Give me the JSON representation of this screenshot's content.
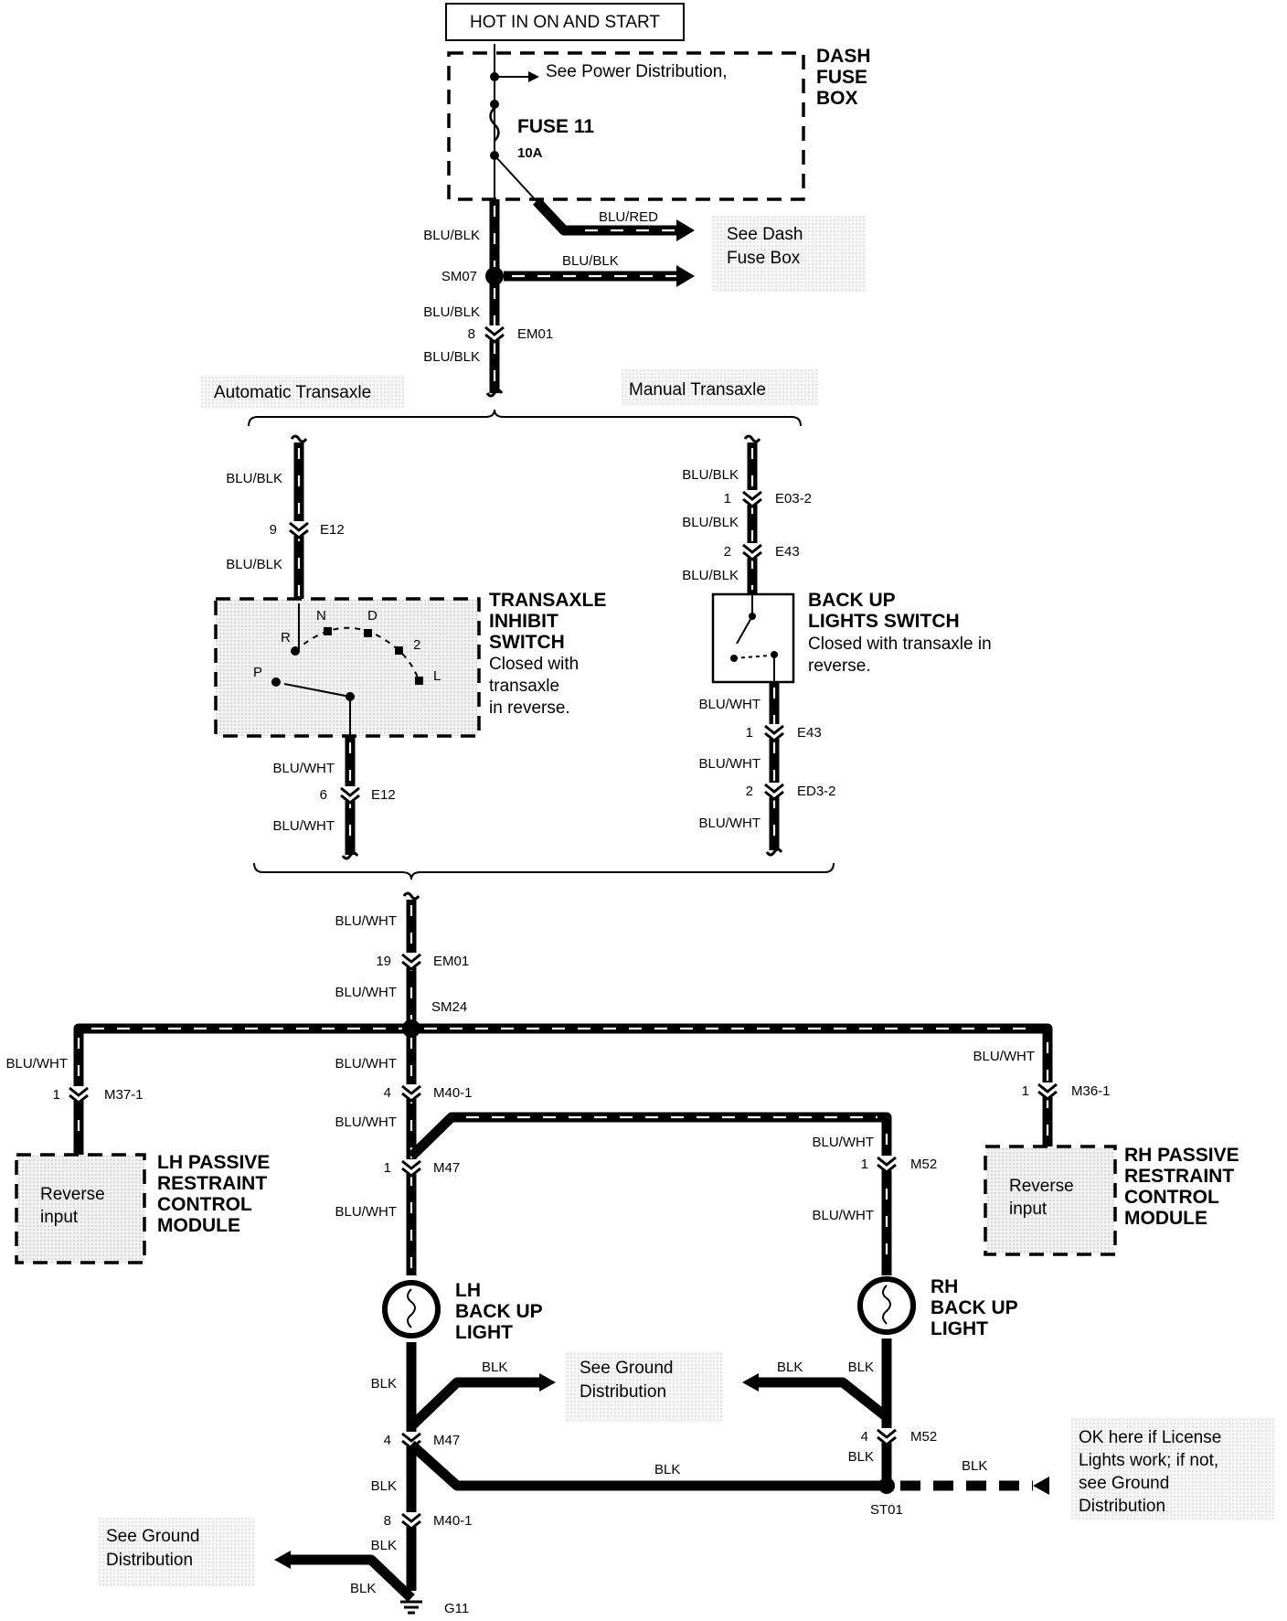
{
  "header": {
    "title": "HOT IN ON AND START"
  },
  "dash_fuse_box": {
    "label_lines": [
      "DASH",
      "FUSE",
      "BOX"
    ],
    "see_power": "See Power Distribution,",
    "fuse_name": "FUSE 11",
    "fuse_rating": "10A"
  },
  "see_dash": [
    "See Dash",
    "Fuse Box"
  ],
  "wire_labels": {
    "blu_red": "BLU/RED",
    "blu_blk": "BLU/BLK",
    "blu_wht": "BLU/WHT",
    "blk": "BLK"
  },
  "splices": {
    "sm07": "SM07",
    "sm24": "SM24",
    "st01": "ST01"
  },
  "connectors": {
    "em01": "EM01",
    "e12": "E12",
    "e03_2": "E03-2",
    "e43": "E43",
    "ed3_2": "ED3-2",
    "m37_1": "M37-1",
    "m40_1": "M40-1",
    "m47": "M47",
    "m52": "M52",
    "m36_1": "M36-1",
    "g11": "G11"
  },
  "pins": {
    "em01_top": "8",
    "e12_top": "9",
    "e03_2_top": "1",
    "e43_top": "2",
    "e12_bot": "6",
    "e43_bot": "1",
    "ed3_2_bot": "2",
    "em01_bot": "19",
    "m37_1": "1",
    "m40_1_top": "4",
    "m36_1": "1",
    "m47_top": "1",
    "m52_top": "1",
    "m47_bot": "4",
    "m52_bot": "4",
    "m40_1_bot": "8"
  },
  "branches": {
    "automatic": "Automatic Transaxle",
    "manual": "Manual Transaxle"
  },
  "inhibit_switch": {
    "title_lines": [
      "TRANSAXLE",
      "INHIBIT",
      "SWITCH"
    ],
    "desc_lines": [
      "Closed with",
      "transaxle",
      "in reverse."
    ],
    "positions": {
      "p": "P",
      "r": "R",
      "n": "N",
      "d": "D",
      "two": "2",
      "l": "L"
    }
  },
  "backup_switch": {
    "title_lines": [
      "BACK UP",
      "LIGHTS SWITCH"
    ],
    "desc_lines": [
      "Closed with transaxle in",
      "reverse."
    ]
  },
  "lh_module": {
    "input_lines": [
      "Reverse",
      "input"
    ],
    "title_lines": [
      "LH PASSIVE",
      "RESTRAINT",
      "CONTROL",
      "MODULE"
    ]
  },
  "rh_module": {
    "input_lines": [
      "Reverse",
      "input"
    ],
    "title_lines": [
      "RH PASSIVE",
      "RESTRAINT",
      "CONTROL",
      "MODULE"
    ]
  },
  "lh_light": {
    "title_lines": [
      "LH",
      "BACK UP",
      "LIGHT"
    ]
  },
  "rh_light": {
    "title_lines": [
      "RH",
      "BACK UP",
      "LIGHT"
    ]
  },
  "see_ground_mid": [
    "See Ground",
    "Distribution"
  ],
  "see_ground_left": [
    "See Ground",
    "Distribution"
  ],
  "ok_note": [
    "OK here if License",
    "Lights work; if not,",
    "see Ground",
    "Distribution"
  ]
}
